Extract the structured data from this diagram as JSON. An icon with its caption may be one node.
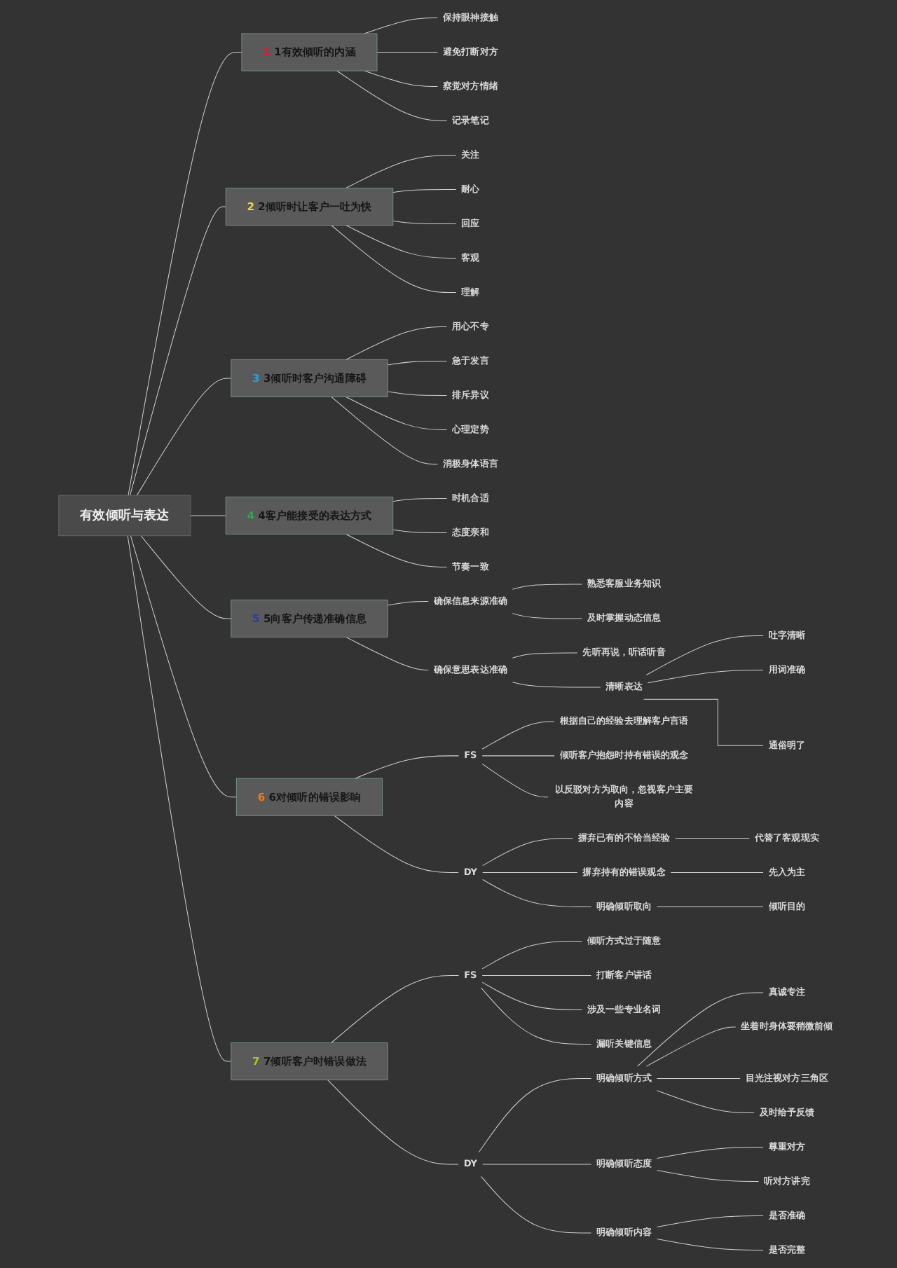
{
  "diagram": {
    "nodes": [
      {
        "text": [
          "有效倾听与表达"
        ]
      },
      {
        "text": [
          "1",
          "1有效倾听的内涵"
        ]
      },
      {
        "text": [
          "保持眼神接触"
        ]
      },
      {
        "text": [
          "避免打断对方"
        ]
      },
      {
        "text": [
          "察觉对方情绪"
        ]
      },
      {
        "text": [
          "记录笔记"
        ]
      },
      {
        "text": [
          "2",
          "2倾听时让客户一吐为快"
        ]
      },
      {
        "text": [
          "关注"
        ]
      },
      {
        "text": [
          "耐心"
        ]
      },
      {
        "text": [
          "回应"
        ]
      },
      {
        "text": [
          "客观"
        ]
      },
      {
        "text": [
          "理解"
        ]
      },
      {
        "text": [
          "3",
          "3倾听时客户沟通障碍"
        ]
      },
      {
        "text": [
          "用心不专"
        ]
      },
      {
        "text": [
          "急于发言"
        ]
      },
      {
        "text": [
          "排斥异议"
        ]
      },
      {
        "text": [
          "心理定势"
        ]
      },
      {
        "text": [
          "消极身体语言"
        ]
      },
      {
        "text": [
          "4",
          "4客户能接受的表达方式"
        ]
      },
      {
        "text": [
          "时机合适"
        ]
      },
      {
        "text": [
          "态度亲和"
        ]
      },
      {
        "text": [
          "节奏一致"
        ]
      },
      {
        "text": [
          "5",
          "5向客户传递准确信息"
        ]
      },
      {
        "text": [
          "确保信息来源准确"
        ]
      },
      {
        "text": [
          "熟悉客服业务知识"
        ]
      },
      {
        "text": [
          "及时掌握动态信息"
        ]
      },
      {
        "text": [
          "确保意思表达准确"
        ]
      },
      {
        "text": [
          "先听再说，听话听音"
        ]
      },
      {
        "text": [
          "清晰表达"
        ]
      },
      {
        "text": [
          "吐字清晰"
        ]
      },
      {
        "text": [
          "用词准确"
        ]
      },
      {
        "text": [
          "通俗明了"
        ]
      },
      {
        "text": [
          "6",
          "6对倾听的错误影响"
        ]
      },
      {
        "text": [
          "FS"
        ]
      },
      {
        "text": [
          "根据自己的经验去理解客户言语"
        ]
      },
      {
        "text": [
          "倾听客户抱怨时持有错误的观念"
        ]
      },
      {
        "text": [
          "以反驳对方为取向，忽视客户主要内容"
        ]
      },
      {
        "text": [
          "DY"
        ]
      },
      {
        "text": [
          "摒弃已有的不恰当经验"
        ]
      },
      {
        "text": [
          "代替了客观现实"
        ]
      },
      {
        "text": [
          "摒弃持有的错误观念"
        ]
      },
      {
        "text": [
          "先入为主"
        ]
      },
      {
        "text": [
          "明确倾听取向"
        ]
      },
      {
        "text": [
          "倾听目的"
        ]
      },
      {
        "text": [
          "7",
          "7倾听客户时错误做法"
        ]
      },
      {
        "text": [
          "FS"
        ]
      },
      {
        "text": [
          "倾听方式过于随意"
        ]
      },
      {
        "text": [
          "打断客户讲话"
        ]
      },
      {
        "text": [
          "涉及一些专业名词"
        ]
      },
      {
        "text": [
          "漏听关键信息"
        ]
      },
      {
        "text": [
          "DY"
        ]
      },
      {
        "text": [
          "明确倾听方式"
        ]
      },
      {
        "text": [
          "真诚专注"
        ]
      },
      {
        "text": [
          "坐着时身体要稍微前倾"
        ]
      },
      {
        "text": [
          "目光注视对方三角区"
        ]
      },
      {
        "text": [
          "及时给予反馈"
        ]
      },
      {
        "text": [
          "明确倾听态度"
        ]
      },
      {
        "text": [
          "尊重对方"
        ]
      },
      {
        "text": [
          "听对方讲完"
        ]
      },
      {
        "text": [
          "明确倾听内容"
        ]
      },
      {
        "text": [
          "是否准确"
        ]
      },
      {
        "text": [
          "是否完整"
        ]
      }
    ],
    "edges": [
      {
        "from": 0,
        "to": 1,
        "arrow": "none"
      },
      {
        "from": 1,
        "to": 2,
        "arrow": "none"
      },
      {
        "from": 1,
        "to": 3,
        "arrow": "none"
      },
      {
        "from": 1,
        "to": 4,
        "arrow": "none"
      },
      {
        "from": 1,
        "to": 5,
        "arrow": "none"
      },
      {
        "from": 0,
        "to": 6,
        "arrow": "none"
      },
      {
        "from": 6,
        "to": 7,
        "arrow": "none"
      },
      {
        "from": 6,
        "to": 8,
        "arrow": "none"
      },
      {
        "from": 6,
        "to": 9,
        "arrow": "none"
      },
      {
        "from": 6,
        "to": 10,
        "arrow": "none"
      },
      {
        "from": 6,
        "to": 11,
        "arrow": "none"
      },
      {
        "from": 0,
        "to": 12,
        "arrow": "none"
      },
      {
        "from": 12,
        "to": 13,
        "arrow": "none"
      },
      {
        "from": 12,
        "to": 14,
        "arrow": "none"
      },
      {
        "from": 12,
        "to": 15,
        "arrow": "none"
      },
      {
        "from": 12,
        "to": 16,
        "arrow": "none"
      },
      {
        "from": 12,
        "to": 17,
        "arrow": "none"
      },
      {
        "from": 0,
        "to": 18,
        "arrow": "none"
      },
      {
        "from": 18,
        "to": 19,
        "arrow": "none"
      },
      {
        "from": 18,
        "to": 20,
        "arrow": "none"
      },
      {
        "from": 18,
        "to": 21,
        "arrow": "none"
      },
      {
        "from": 0,
        "to": 22,
        "arrow": "none"
      },
      {
        "from": 22,
        "to": 23,
        "arrow": "none"
      },
      {
        "from": 23,
        "to": 24,
        "arrow": "none"
      },
      {
        "from": 23,
        "to": 25,
        "arrow": "none"
      },
      {
        "from": 22,
        "to": 26,
        "arrow": "none"
      },
      {
        "from": 26,
        "to": 27,
        "arrow": "none"
      },
      {
        "from": 26,
        "to": 28,
        "arrow": "none"
      },
      {
        "from": 28,
        "to": 29,
        "arrow": "none"
      },
      {
        "from": 28,
        "to": 30,
        "arrow": "none"
      },
      {
        "from": 28,
        "to": 31,
        "arrow": "none"
      },
      {
        "from": 0,
        "to": 32,
        "arrow": "none"
      },
      {
        "from": 32,
        "to": 33,
        "arrow": "none"
      },
      {
        "from": 33,
        "to": 34,
        "arrow": "none"
      },
      {
        "from": 33,
        "to": 35,
        "arrow": "none"
      },
      {
        "from": 33,
        "to": 36,
        "arrow": "none"
      },
      {
        "from": 32,
        "to": 37,
        "arrow": "none"
      },
      {
        "from": 37,
        "to": 38,
        "arrow": "none"
      },
      {
        "from": 38,
        "to": 39,
        "arrow": "none"
      },
      {
        "from": 37,
        "to": 40,
        "arrow": "none"
      },
      {
        "from": 40,
        "to": 41,
        "arrow": "none"
      },
      {
        "from": 37,
        "to": 42,
        "arrow": "none"
      },
      {
        "from": 42,
        "to": 43,
        "arrow": "none"
      },
      {
        "from": 0,
        "to": 44,
        "arrow": "none"
      },
      {
        "from": 44,
        "to": 45,
        "arrow": "none"
      },
      {
        "from": 45,
        "to": 46,
        "arrow": "none"
      },
      {
        "from": 45,
        "to": 47,
        "arrow": "none"
      },
      {
        "from": 45,
        "to": 48,
        "arrow": "none"
      },
      {
        "from": 45,
        "to": 49,
        "arrow": "none"
      },
      {
        "from": 44,
        "to": 50,
        "arrow": "none"
      },
      {
        "from": 50,
        "to": 51,
        "arrow": "none"
      },
      {
        "from": 51,
        "to": 52,
        "arrow": "none"
      },
      {
        "from": 51,
        "to": 53,
        "arrow": "none"
      },
      {
        "from": 51,
        "to": 54,
        "arrow": "none"
      },
      {
        "from": 51,
        "to": 55,
        "arrow": "none"
      },
      {
        "from": 50,
        "to": 56,
        "arrow": "none"
      },
      {
        "from": 56,
        "to": 57,
        "arrow": "none"
      },
      {
        "from": 56,
        "to": 58,
        "arrow": "none"
      },
      {
        "from": 50,
        "to": 59,
        "arrow": "none"
      },
      {
        "from": 59,
        "to": 60,
        "arrow": "none"
      },
      {
        "from": 59,
        "to": 61,
        "arrow": "none"
      }
    ]
  }
}
